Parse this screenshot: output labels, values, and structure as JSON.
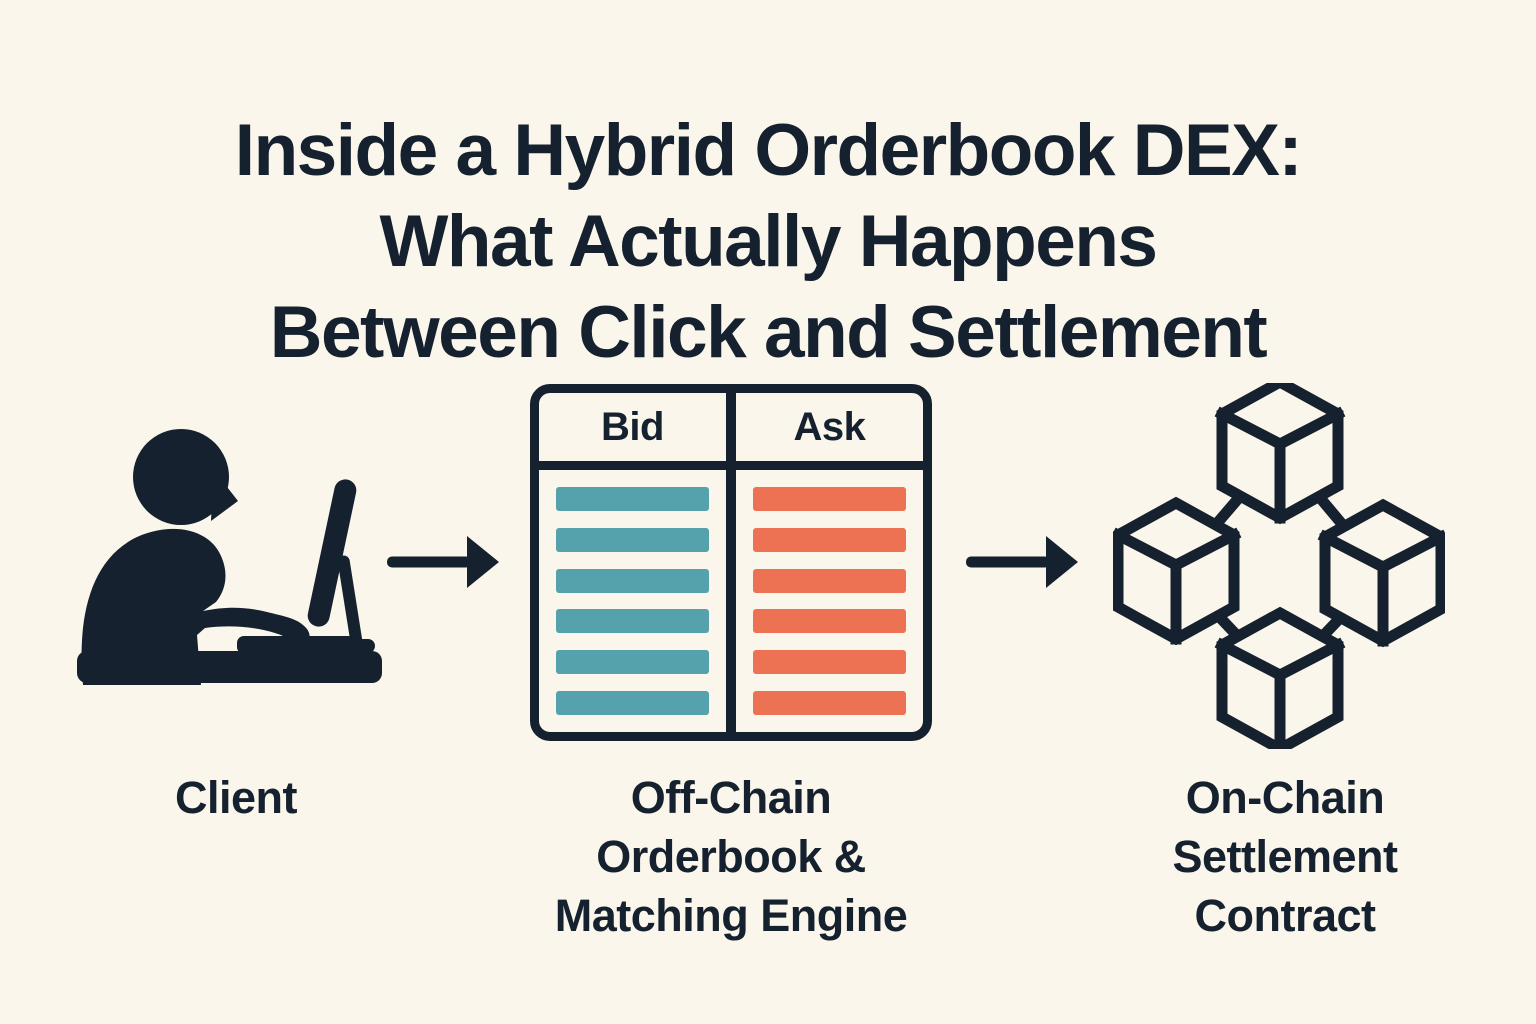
{
  "colors": {
    "background": "#faf6eb",
    "ink": "#15212e",
    "bid_bar": "#55a2ac",
    "ask_bar": "#ec7253"
  },
  "title": {
    "lines": [
      "Inside a Hybrid Orderbook DEX:",
      "What Actually Happens",
      "Between Click and Settlement"
    ]
  },
  "flow": {
    "client": {
      "label": "Client",
      "icon": "person-at-computer"
    },
    "orderbook": {
      "label_lines": [
        "Off-Chain",
        "Orderbook &",
        "Matching Engine"
      ],
      "table": {
        "columns": [
          {
            "header": "Bid",
            "bar_color": "#55a2ac",
            "bar_count": 6
          },
          {
            "header": "Ask",
            "bar_color": "#ec7253",
            "bar_count": 6
          }
        ]
      }
    },
    "settlement": {
      "label_lines": [
        "On-Chain",
        "Settlement",
        "Contract"
      ],
      "icon": "blockchain-cubes"
    },
    "arrows": [
      "client-to-orderbook",
      "orderbook-to-settlement"
    ]
  }
}
